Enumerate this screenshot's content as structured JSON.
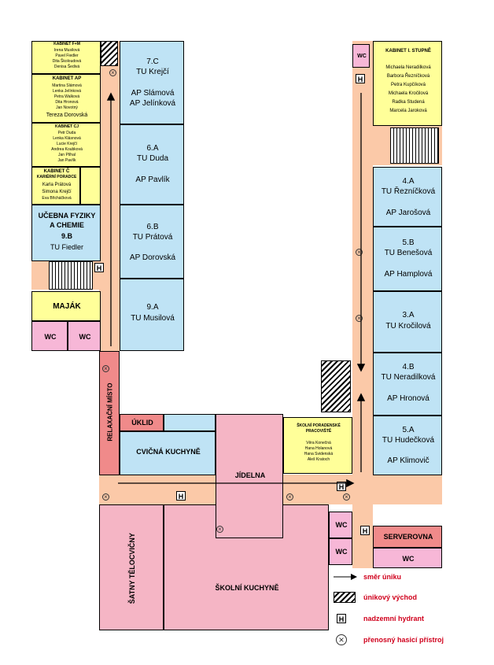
{
  "rooms": {
    "kabinet_fm": {
      "title": "KABINET F+M",
      "names": [
        "Irena Musilová",
        "Pavel Fiedler",
        "Dita Školoudová",
        "Denisa Šedivá"
      ]
    },
    "kabinet_ap": {
      "title": "KABINET AP",
      "names": [
        "Martina Slámová",
        "Lenka Jelínková",
        "Petra Walková",
        "Dita Hronová",
        "Jan Novotný"
      ],
      "last": "Tereza Dorovská"
    },
    "kabinet_cj": {
      "title": "KABINET CJ",
      "names": [
        "Petr Duda",
        "Lenka Klásnová",
        "Lucie Krejčí",
        "Andrea Koubková",
        "Jan Plíhal",
        "Jan Pavlík"
      ]
    },
    "kabinet_c": {
      "title": "KABINET Č",
      "subtitle": "KARIÉRNÍ PORADCE",
      "names": [
        "Karla Prátová",
        "Simona Krejčí"
      ],
      "last": "Eva Břicháčková"
    },
    "ucebna": {
      "line1": "UČEBNA FYZIKY",
      "line2": "A CHEMIE",
      "line3": "9.B",
      "line4": "TU Fiedler"
    },
    "majak": "MAJÁK",
    "wc": "WC",
    "c7c": {
      "cls": "7.C",
      "tu": "TU Krejčí",
      "ap1": "AP Slámová",
      "ap2": "AP Jelínková"
    },
    "c6a": {
      "cls": "6.A",
      "tu": "TU Duda",
      "ap": "AP Pavlík"
    },
    "c6b": {
      "cls": "6.B",
      "tu": "TU Prátová",
      "ap": "AP Dorovská"
    },
    "c9a": {
      "cls": "9.A",
      "tu": "TU Musilová"
    },
    "relax": "RELAXAČNÍ MÍSTO",
    "uklid": "ÚKLID",
    "kuchyne": "CVIČNÁ KUCHYNĚ",
    "jidelna": "JÍDELNA",
    "poradenske": {
      "title1": "ŠKOLNÍ PORADENSKÉ",
      "title2": "PRACOVIŠTĚ",
      "names": [
        "Věra Konečná",
        "Hana Holanová",
        "Hana Svidenská",
        "Aleš Kratoch"
      ]
    },
    "satny": "ŠATNY TĚLOCVIČNY",
    "skolni_kuchyne": "ŠKOLNÍ KUCHYNĚ",
    "kabinet_1": {
      "title": "KABINET I. STUPNĚ",
      "names": [
        "Michaela Neradilková",
        "Barbora Řezníčková",
        "Petra Kupčíková",
        "Michaela Kročilová",
        "Radka Studená",
        "Marcela Jaroková"
      ]
    },
    "c4a": {
      "cls": "4.A",
      "tu": "TU Řezníčková",
      "ap": "AP Jarošová"
    },
    "c5b": {
      "cls": "5.B",
      "tu": "TU Benešová",
      "ap": "AP Hamplová"
    },
    "c3a": {
      "cls": "3.A",
      "tu": "TU Kročilová"
    },
    "c4b": {
      "cls": "4.B",
      "tu": "TU Neradilková",
      "ap": "AP Hronová"
    },
    "c5a": {
      "cls": "5.A",
      "tu": "TU Hudečková",
      "ap": "AP Klimovič"
    },
    "serverovna": "SERVEROVNA"
  },
  "hydrant_letter": "H",
  "legend": {
    "arrow": "směr úniku",
    "exit": "únikový východ",
    "hydrant": "nadzemní hydrant",
    "extinguisher": "přenosný hasicí přístroj"
  },
  "colors": {
    "classroom": "#bfe3f5",
    "office": "#ffff99",
    "dining": "#f5b5c5",
    "wc": "#f7b7d7",
    "corridor": "#fbc9a8",
    "legend_text": "#d0001c"
  }
}
